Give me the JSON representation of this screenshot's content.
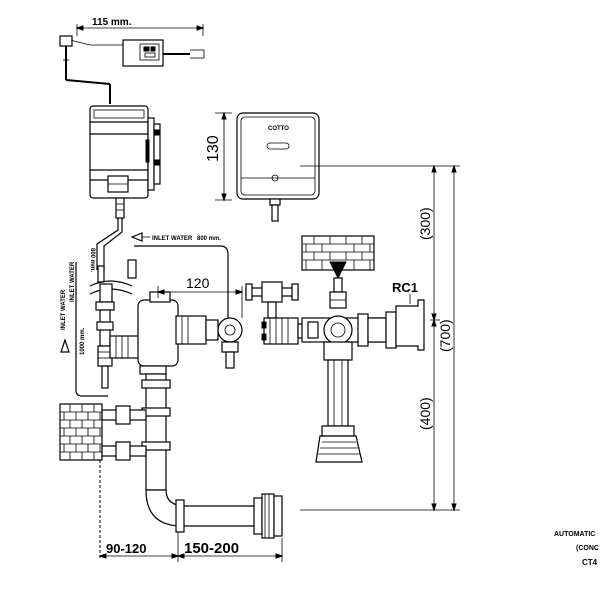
{
  "dimensions": {
    "top_width": "115 mm.",
    "height_130": "130",
    "inlet_water_h": "INLET WATER",
    "inlet_water_h_len": "800 mm.",
    "inlet_water_v1": "INLET WATER",
    "inlet_water_v1_len": "800 mm.",
    "inlet_water_v2": "INLET WATER",
    "inlet_water_v2_len": "1000 mm.",
    "offset_120": "120",
    "dim_300": "(300)",
    "dim_700": "(700)",
    "dim_400": "(400)",
    "rc1": "RC1",
    "dim_90_120": "90-120",
    "dim_150_200": "150-200"
  },
  "sensor_brand": "COTTO",
  "caption": {
    "line1": "AUTOMATIC",
    "line2": "(CONC",
    "line3": "CT4"
  }
}
